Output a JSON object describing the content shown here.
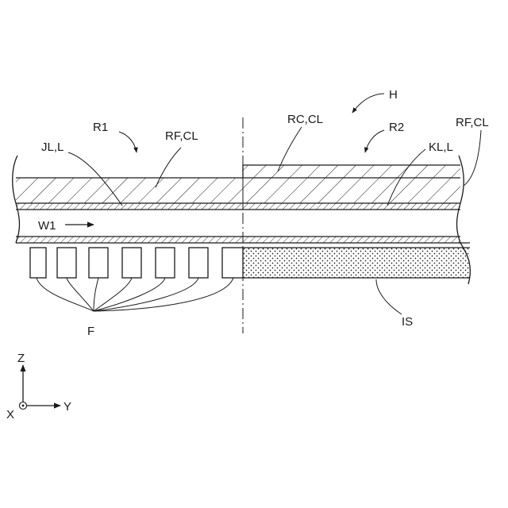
{
  "labels": {
    "h": "H",
    "r1": "R1",
    "r2": "R2",
    "rf_cl_left": "RF,CL",
    "rc_cl": "RC,CL",
    "rf_cl_right": "RF,CL",
    "jl_l": "JL,L",
    "kl_l": "KL,L",
    "w1": "W1",
    "f": "F",
    "is": "IS"
  },
  "axes": {
    "z": "Z",
    "y": "Y",
    "x": "X"
  },
  "colors": {
    "ink": "#1a1a1a",
    "paper": "#ffffff"
  }
}
